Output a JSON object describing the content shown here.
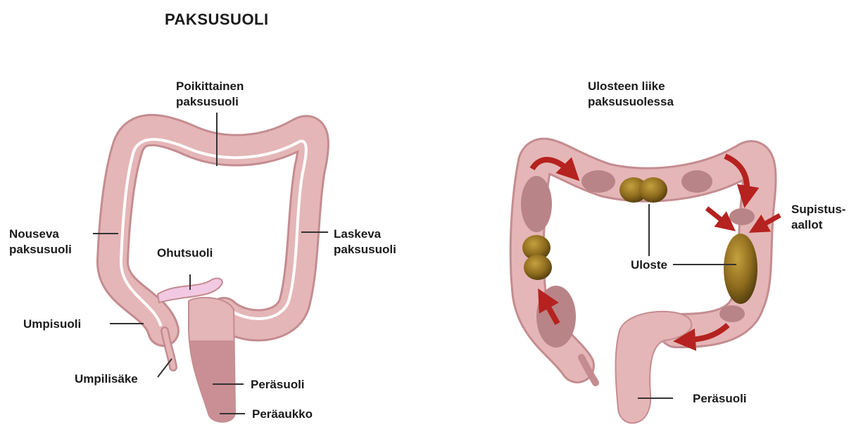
{
  "left_diagram": {
    "title": "PAKSUSUOLI",
    "labels": {
      "transverse": "Poikittainen\npaksusuoli",
      "ascending": "Nouseva\npaksusuoli",
      "descending": "Laskeva\npaksusuoli",
      "small_intestine": "Ohutsuoli",
      "cecum": "Umpisuoli",
      "appendix": "Umpilisäke",
      "rectum": "Peräsuoli",
      "anus": "Peräaukko"
    }
  },
  "right_diagram": {
    "title": "Ulosteen liike\npaksusuolessa",
    "labels": {
      "contraction_waves": "Supistus-\naallot",
      "feces": "Uloste",
      "rectum": "Peräsuoli"
    }
  },
  "colors": {
    "colon_fill": "#e5b6b7",
    "colon_outline": "#c48c90",
    "inner_line": "#ffffff",
    "small_intestine": "#f1c9e2",
    "rectum_dark": "#c98f95",
    "feces": "#8a6a1c",
    "arrow": "#b5221f",
    "label_text": "#1a1a1a"
  }
}
